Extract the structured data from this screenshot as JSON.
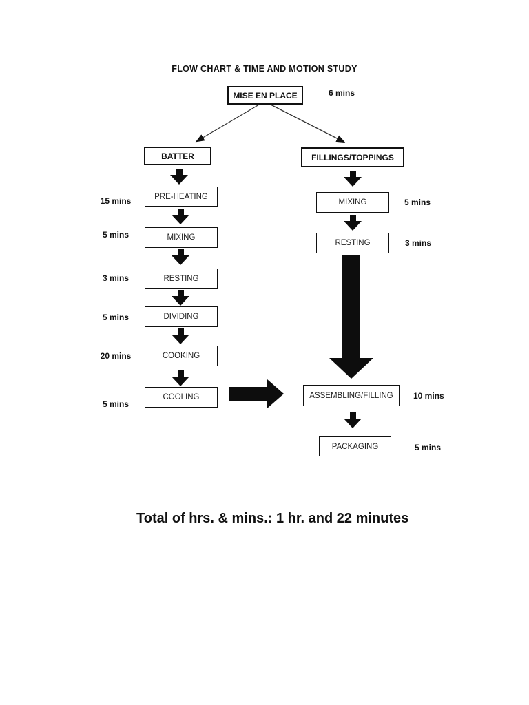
{
  "page": {
    "title": "FLOW CHART & TIME AND MOTION STUDY",
    "total": "Total of hrs. & mins.: 1 hr. and 22 minutes"
  },
  "root": {
    "label": "MISE EN PLACE",
    "time": "6 mins"
  },
  "left_branch": {
    "header": "BATTER",
    "steps": [
      {
        "label": "PRE-HEATING",
        "time": "15 mins"
      },
      {
        "label": "MIXING",
        "time": "5 mins"
      },
      {
        "label": "RESTING",
        "time": "3 mins"
      },
      {
        "label": "DIVIDING",
        "time": "5 mins"
      },
      {
        "label": "COOKING",
        "time": "20 mins"
      },
      {
        "label": "COOLING",
        "time": "5 mins"
      }
    ]
  },
  "right_branch": {
    "header": "FILLINGS/TOPPINGS",
    "steps": [
      {
        "label": "MIXING",
        "time": "5 mins"
      },
      {
        "label": "RESTING",
        "time": "3 mins"
      },
      {
        "label": "ASSEMBLING/FILLING",
        "time": "10 mins"
      },
      {
        "label": "PACKAGING",
        "time": "5 mins"
      }
    ]
  },
  "colors": {
    "ink": "#111111",
    "paper": "#ffffff"
  }
}
